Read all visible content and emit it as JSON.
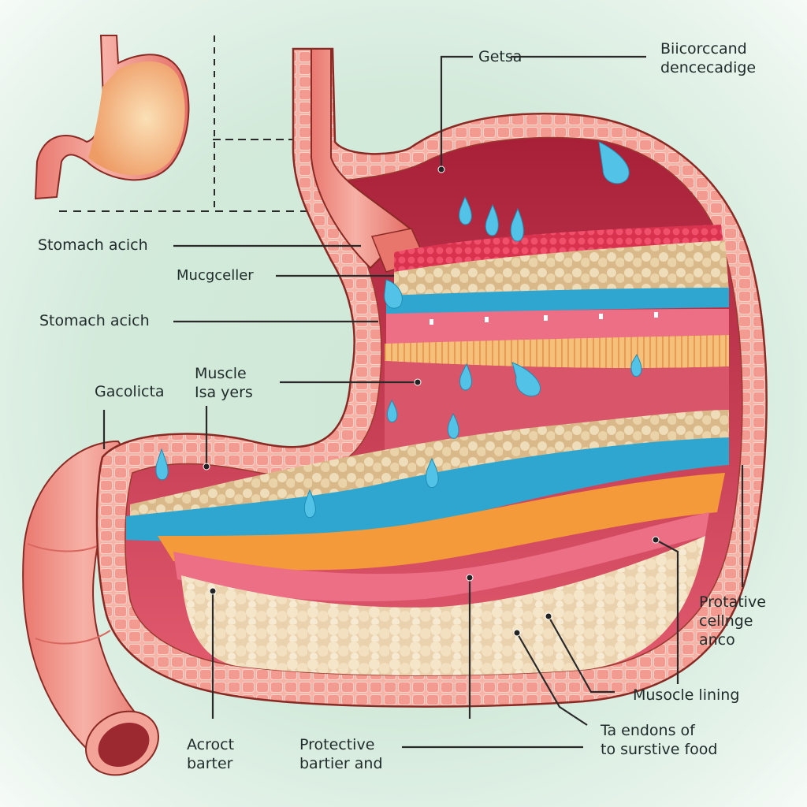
{
  "diagram": {
    "subject": "Stomach cross-section anatomy",
    "background_color": "#d3eadb",
    "colors": {
      "wall_outer": "#f0938a",
      "wall_inner": "#f6b3a8",
      "wall_outline": "#8a2a24",
      "mucosa": "#d8465a",
      "mucosa_dark": "#b8283c",
      "granules_red": "#ea4d6a",
      "cells_tan": "#ecd9b6",
      "mucus_blue": "#2fa6d0",
      "drop_blue": "#52c3e6",
      "muscle_pink": "#ec6f86",
      "band_orange": "#f6b46a",
      "fold_orange": "#f59a3a",
      "fat_cream": "#f2e2c4",
      "inset_stomach": "#f2a670",
      "leader_line": "#2a2a2a"
    },
    "inset": {
      "name": "whole-stomach-inset"
    },
    "labels": {
      "top_center": "Getsa",
      "top_right": [
        "Biicorccand",
        "dencecadige"
      ],
      "left_1": "Stomach acich",
      "left_2": "Mucgceller",
      "left_3": "Stomach acich",
      "left_4": "Gacolicta",
      "left_5": [
        "Muscle",
        "Isa yers"
      ],
      "right_1": [
        "Protative",
        "cellnge",
        "anco"
      ],
      "right_2": "Musocle lining",
      "right_3": [
        "Ta endons of",
        "to surstive food"
      ],
      "bottom_1": [
        "Acroct",
        "barter"
      ],
      "bottom_2": [
        "Protective",
        "bartier and"
      ]
    }
  }
}
